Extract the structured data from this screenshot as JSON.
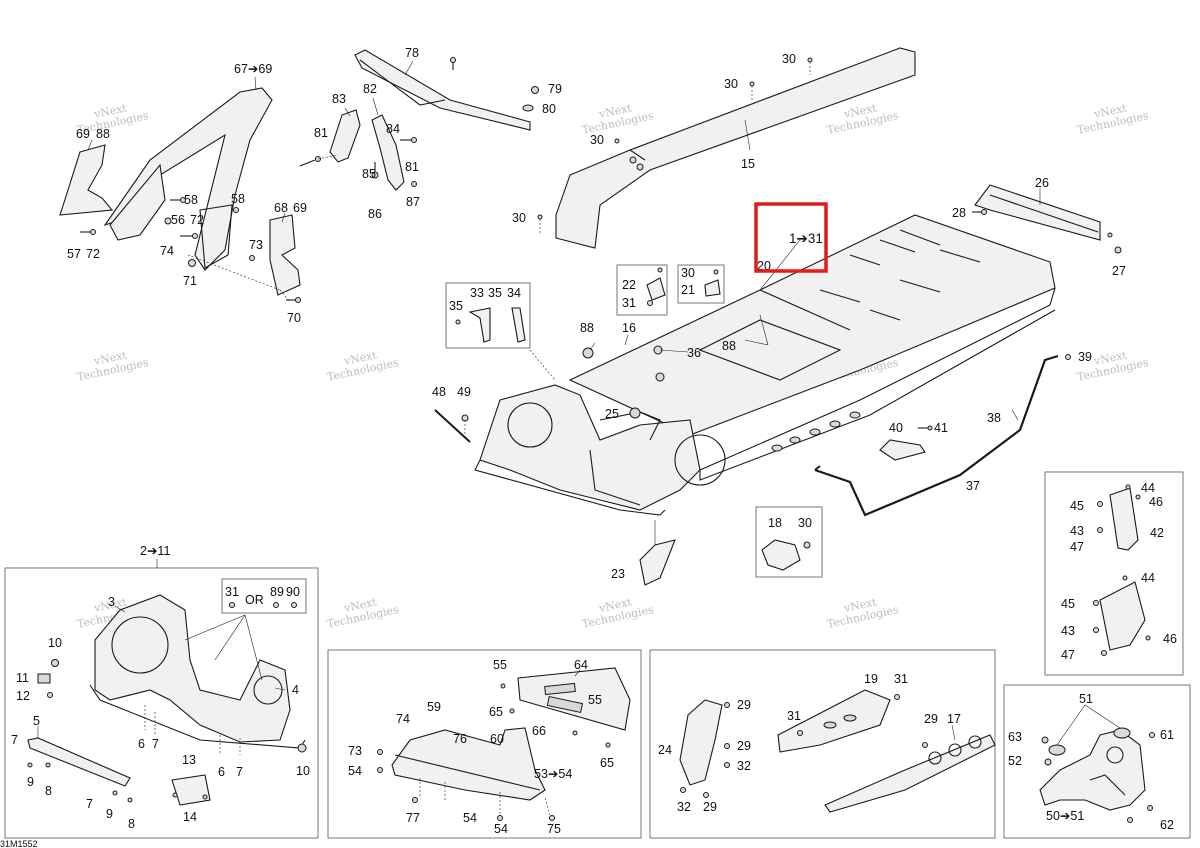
{
  "drawing_code": "31M1552",
  "watermark": {
    "line1": "vNext",
    "line2": "Technologies"
  },
  "callouts": {
    "c67_69": "67➔69",
    "c78": "78",
    "c30a": "30",
    "c30b": "30",
    "c79": "79",
    "c80": "80",
    "c83": "83",
    "c82": "82",
    "c84": "84",
    "c81a": "81",
    "c81b": "81",
    "c85": "85",
    "c86": "86",
    "c87": "87",
    "c69": "69",
    "c88a": "88",
    "c58a": "58",
    "c58b": "58",
    "c56": "56",
    "c72a": "72",
    "c74a": "74",
    "c73a": "73",
    "c68": "68",
    "c69b": "69",
    "c57": "57",
    "c72b": "72",
    "c71": "71",
    "c70": "70",
    "c30c": "30",
    "c15": "15",
    "c26": "26",
    "c28": "28",
    "c30d": "30",
    "c27": "27",
    "c1_31": "1➔31",
    "c20": "20",
    "c22": "22",
    "c31a": "31",
    "c30e": "30",
    "c21": "21",
    "c33": "33",
    "c35a": "35",
    "c34": "34",
    "c35b": "35",
    "c88b": "88",
    "c16": "16",
    "c36": "36",
    "c88c": "88",
    "c39": "39",
    "c48": "48",
    "c49": "49",
    "c25": "25",
    "c40": "40",
    "c41": "41",
    "c38": "38",
    "c37": "37",
    "c44a": "44",
    "c45a": "45",
    "c46a": "46",
    "c43a": "43",
    "c42": "42",
    "c47a": "47",
    "c18": "18",
    "c30f": "30",
    "c23": "23",
    "c2_11": "2➔11",
    "c44b": "44",
    "c45b": "45",
    "c43b": "43",
    "c46b": "46",
    "c47b": "47",
    "c3": "3",
    "c31b": "31",
    "c_or": "OR",
    "c89": "89",
    "c90": "90",
    "c10a": "10",
    "c11": "11",
    "c12": "12",
    "c4": "4",
    "c5": "5",
    "c7a": "7",
    "c9a": "9",
    "c8a": "8",
    "c6a": "6",
    "c7b": "7",
    "c6b": "6",
    "c7c": "7",
    "c10b": "10",
    "c13": "13",
    "c7d": "7",
    "c9b": "9",
    "c8b": "8",
    "c14": "14",
    "c55a": "55",
    "c64": "64",
    "c55b": "55",
    "c65a": "65",
    "c66": "66",
    "c65b": "65",
    "c74b": "74",
    "c59": "59",
    "c76": "76",
    "c60": "60",
    "c73b": "73",
    "c54a": "54",
    "c53_54": "53➔54",
    "c77": "77",
    "c54b": "54",
    "c54c": "54",
    "c75": "75",
    "c19": "19",
    "c31c": "31",
    "c29a": "29",
    "c31d": "31",
    "c29b": "29",
    "c17": "17",
    "c24": "24",
    "c29c": "29",
    "c32a": "32",
    "c32b": "32",
    "c29d": "29",
    "c51": "51",
    "c63": "63",
    "c61": "61",
    "c52": "52",
    "c50_51": "50➔51",
    "c62": "62"
  }
}
